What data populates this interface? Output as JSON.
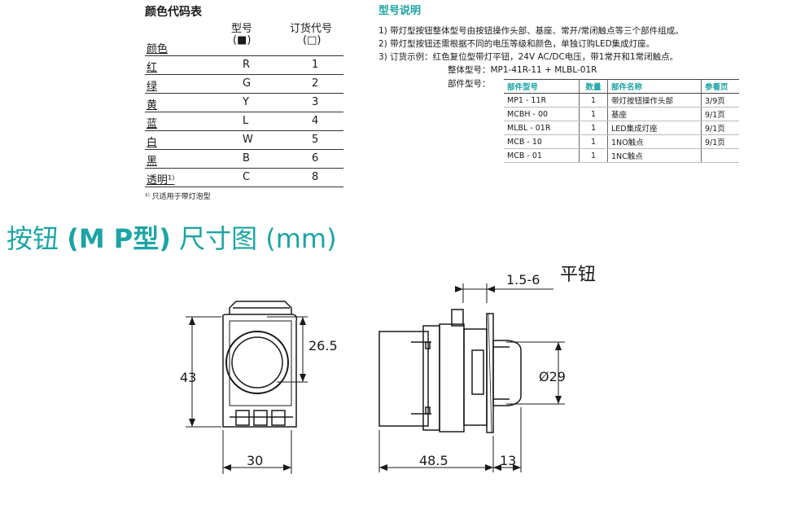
{
  "color_table": {
    "title": "颜色代码表",
    "headers": {
      "color": "颜色",
      "model": "型号",
      "model_sub": "(■)",
      "order": "订货代号",
      "order_sub": "(□)"
    },
    "rows": [
      {
        "color": "红",
        "model": "R",
        "order": "1"
      },
      {
        "color": "绿",
        "model": "G",
        "order": "2"
      },
      {
        "color": "黄",
        "model": "Y",
        "order": "3"
      },
      {
        "color": "蓝",
        "model": "L",
        "order": "4"
      },
      {
        "color": "白",
        "model": "W",
        "order": "5"
      },
      {
        "color": "黑",
        "model": "B",
        "order": "6"
      },
      {
        "color": "透明¹⁾",
        "model": "C",
        "order": "8"
      }
    ],
    "note": "¹⁾ 只适用于带灯泡型"
  },
  "model_explain": {
    "title": "型号说明",
    "lines": [
      "1) 带灯型按钮整体型号由按钮操作头部、基座、常开/常闭触点等三个部件组成。",
      "2) 带灯型按钮还需根据不同的电压等级和颜色，单独订购LED集成灯座。",
      "3) 订货示例：红色复位型带灯平钮，24V AC/DC电压，带1常开和1常闭触点。",
      "整体型号：MP1-41R-11 + MLBL-01R",
      "部件型号："
    ],
    "parts_headers": [
      "部件型号",
      "数量",
      "部件名称",
      "参看页"
    ],
    "parts": [
      {
        "model": "MP1 - 11R",
        "qty": "1",
        "name": "带灯按钮操作头部",
        "page": "3/9页"
      },
      {
        "model": "MCBH - 00",
        "qty": "1",
        "name": "基座",
        "page": "9/1页"
      },
      {
        "model": "MLBL - 01R",
        "qty": "1",
        "name": "LED集成灯座",
        "page": "9/1页"
      },
      {
        "model": "MCB - 10",
        "qty": "1",
        "name": "1NO触点",
        "page": "9/1页"
      },
      {
        "model": "MCB - 01",
        "qty": "1",
        "name": "1NC触点",
        "page": ""
      }
    ]
  },
  "heading": {
    "part1": "按钮 ",
    "part2": "(M P型)",
    "part3": " 尺寸图 (mm)"
  },
  "drawing": {
    "type_label": "平钮",
    "dims": {
      "height": "43",
      "upper": "26.5",
      "width": "30",
      "thread": "1.5-6",
      "dia": "Ø29",
      "depth": "48.5",
      "head": "13"
    }
  },
  "colors": {
    "accent": "#1ea4a4",
    "line": "#1a1a1a"
  }
}
